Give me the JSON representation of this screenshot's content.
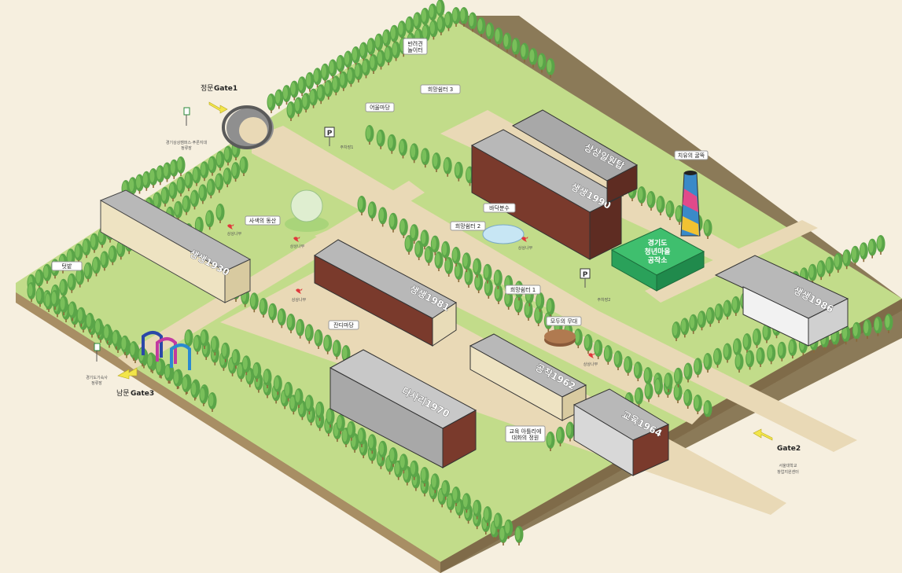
{
  "map": {
    "gates": {
      "gate1": {
        "prefix": "정문",
        "label": "Gate1"
      },
      "gate2": {
        "label": "Gate2"
      },
      "gate3": {
        "prefix": "남문",
        "label": "Gate3"
      }
    },
    "bus_stops": [
      {
        "line1": "경기상상캠퍼스·푸른지대",
        "line2": "정류장"
      },
      {
        "line1": "경기도기숙사",
        "line2": "정류장"
      }
    ],
    "gate2_caption": {
      "line1": "서울대학교",
      "line2": "창업지원센터"
    },
    "parking": [
      {
        "label": "주차장1",
        "icon": "P"
      },
      {
        "label": "주차장2",
        "icon": "P"
      }
    ],
    "callouts": {
      "dog_park": {
        "line1": "반려견",
        "line2": "놀이터"
      },
      "rest3": "희망쉼터 3",
      "plaza": "어울마당",
      "hill": "사색의 동산",
      "fountain": "바닥분수",
      "rest2": "희망쉼터 2",
      "rest1": "희망쉼터 1",
      "lawn": "잔디마당",
      "stage": "모두의 무대",
      "field": "텃밭",
      "garden": {
        "line1": "교육 아틀리에",
        "line2": "대화의 정원"
      },
      "chimney": "치유의 굴뚝"
    },
    "heart_caption": "상상나무",
    "buildings": {
      "b1990": "생생1990",
      "b1930": "생생1930",
      "b1981": "생생1981",
      "b1986": "생생1986",
      "b1962": "공작1962",
      "b1970": "다사리1970",
      "b1964": "교육1964",
      "bunker": "상상일원탑"
    },
    "green_building": {
      "line1": "경기도",
      "line2": "청년마을",
      "line3": "공작소"
    },
    "colors": {
      "grass": "#c2dc8a",
      "path": "#e9d9b6",
      "tree": "#5aa548",
      "tree_dark": "#3f8a38",
      "roof_gray": "#b8b8b8",
      "brick": "#7a3a2c",
      "cream": "#eee3c2",
      "green_bldg": "#2aa15a",
      "gate_arrow": "#f2e54a",
      "heart": "#e0383c"
    }
  }
}
